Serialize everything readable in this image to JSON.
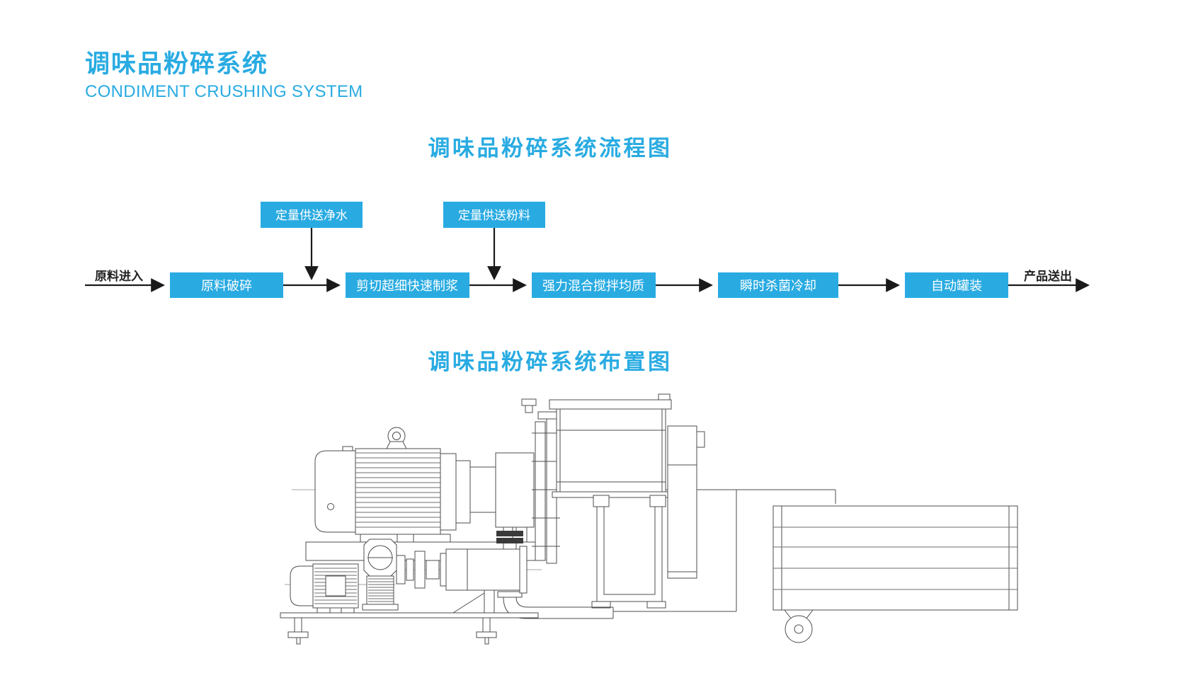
{
  "page": {
    "title": "调味品粉碎系统",
    "subtitle": "CONDIMENT CRUSHING SYSTEM"
  },
  "colors": {
    "accent": "#29abe2",
    "flow_line": "#1a1a1a",
    "drawing_line": "#4d4d4d",
    "box_text": "#ffffff"
  },
  "flow": {
    "section_title": "调味品粉碎系统流程图",
    "input_label": "原料进入",
    "output_label": "产品送出",
    "feed_boxes": [
      {
        "label": "定量供送净水"
      },
      {
        "label": "定量供送粉料"
      }
    ],
    "process_boxes": [
      {
        "label": "原料破碎"
      },
      {
        "label": "剪切超细快速制浆"
      },
      {
        "label": "强力混合搅拌均质"
      },
      {
        "label": "瞬时杀菌冷却"
      },
      {
        "label": "自动罐装"
      }
    ]
  },
  "layout": {
    "section_title": "调味品粉碎系统布置图"
  }
}
